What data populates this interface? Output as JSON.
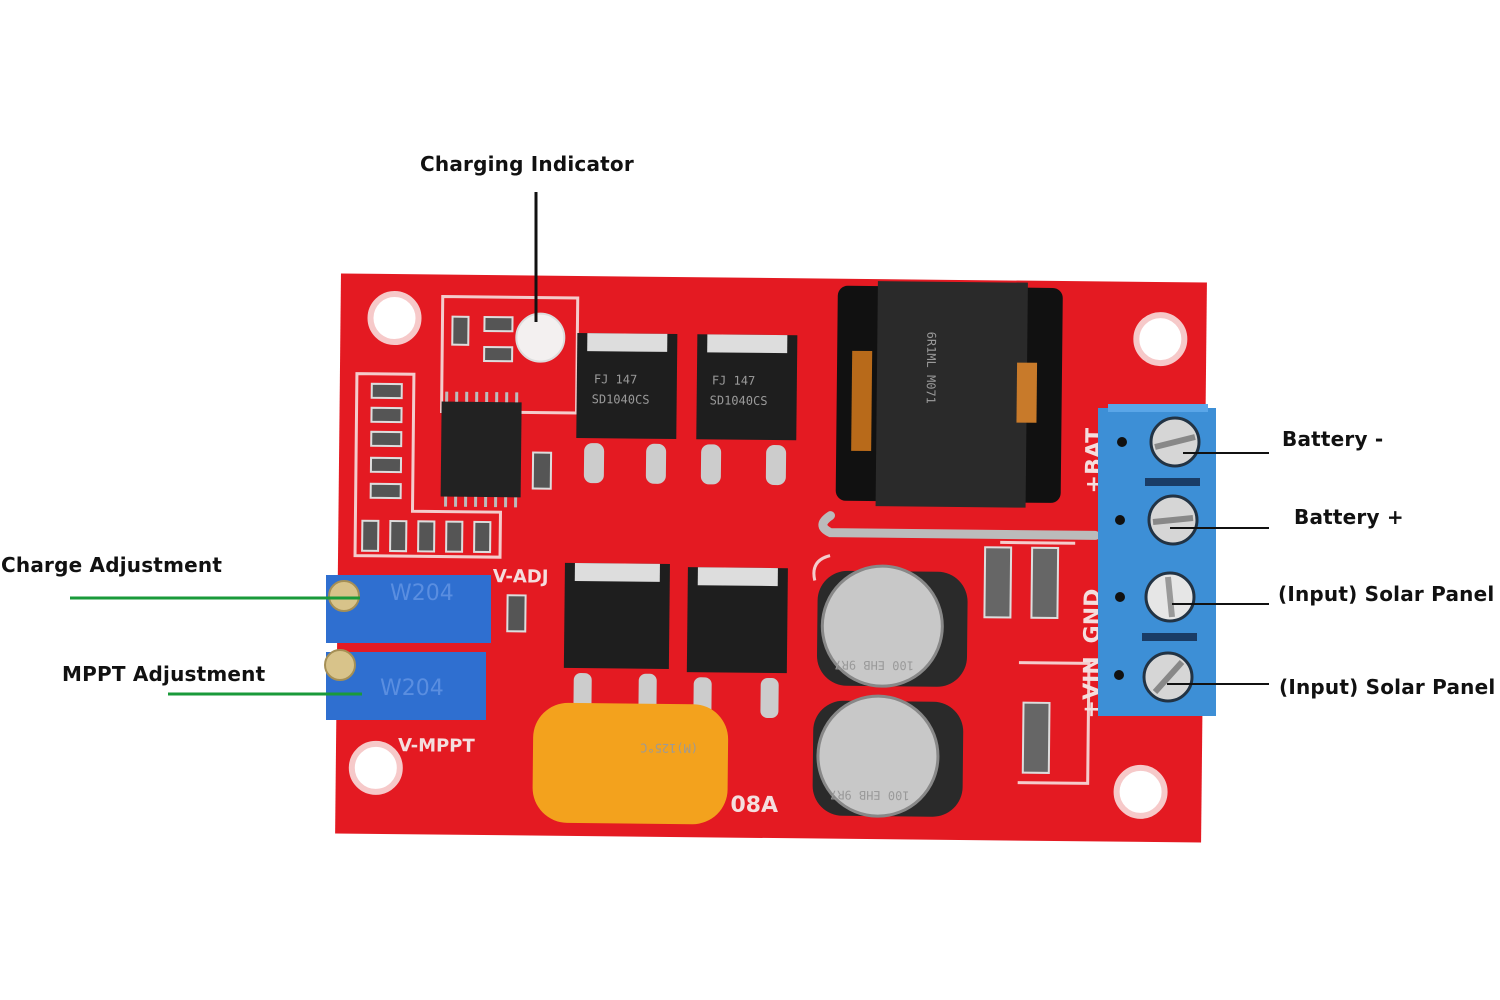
{
  "labels": {
    "charging_indicator": "Charging Indicator",
    "charge_adjustment": "Charge Adjustment",
    "mppt_adjustment": "MPPT Adjustment",
    "battery_minus": "Battery -",
    "battery_plus": "Battery +",
    "solar_minus": "(Input) Solar Panel -",
    "solar_plus": "(Input) Solar Panel +"
  },
  "board": {
    "silkscreen": {
      "bat": "+BAT",
      "gnd": "GND",
      "vin": "+VIN",
      "v_adj": "V-ADJ",
      "v_mppt": "V-MPPT",
      "model_suffix": "08A"
    },
    "components": {
      "inductor": "6R1ML M071",
      "diode_1": "SD1040CS",
      "diode_2": "SD1040CS",
      "diode_code": "FJ 147",
      "pot_1": "W204",
      "pot_2": "W204",
      "cap_1": "100 EHB 9R7",
      "cap_2": "100 EHB 9R7",
      "bulk_cap": "(M)125°C"
    }
  },
  "colors": {
    "board": "#e41a22",
    "terminal": "#3d8fd6",
    "pot": "#2f6fd0",
    "leader_green": "#1a9a3a",
    "leader_black": "#111111"
  }
}
